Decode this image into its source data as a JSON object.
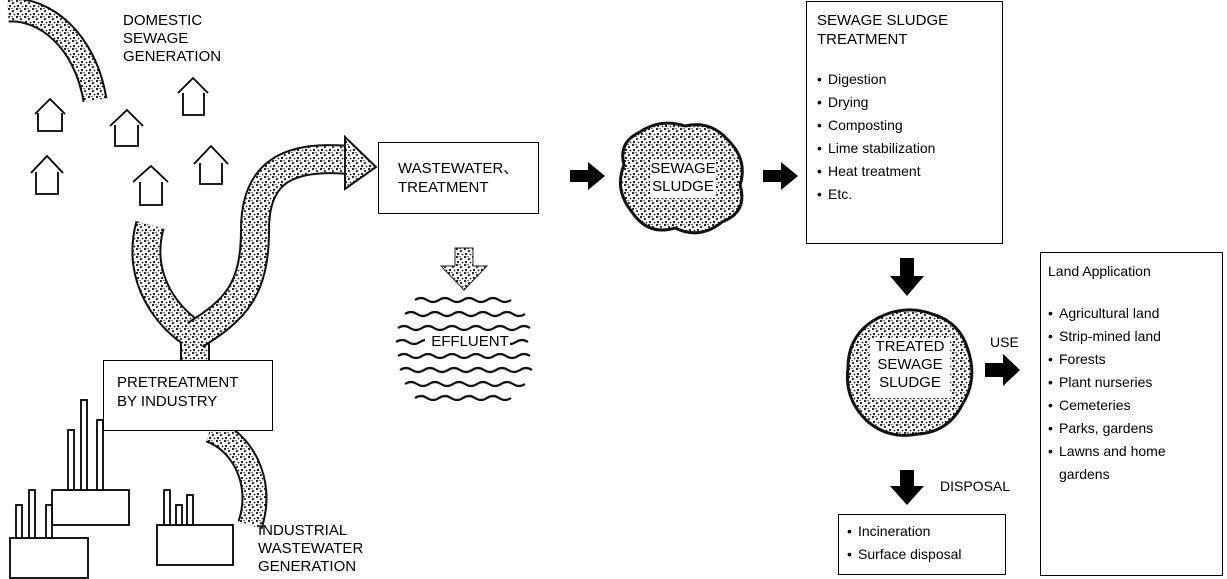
{
  "domestic": {
    "label": [
      "DOMESTIC",
      "SEWAGE",
      "GENERATION"
    ]
  },
  "industrial": {
    "label": [
      "INDUSTRIAL",
      "WASTEWATER",
      "GENERATION"
    ]
  },
  "pretreatment": {
    "label": [
      "PRETREATMENT",
      "BY INDUSTRY"
    ]
  },
  "wastewater": {
    "label": [
      "WASTEWATER、",
      "TREATMENT"
    ]
  },
  "effluent": {
    "label": "EFFLUENT"
  },
  "sewage_sludge": {
    "label": [
      "SEWAGE",
      "SLUDGE"
    ]
  },
  "sludge_treatment": {
    "title": [
      "SEWAGE SLUDGE",
      "TREATMENT"
    ],
    "items": [
      "Digestion",
      "Drying",
      "Composting",
      "Lime stabilization",
      "Heat treatment",
      "Etc."
    ]
  },
  "treated_sludge": {
    "label": [
      "TREATED",
      "SEWAGE",
      "SLUDGE"
    ]
  },
  "use": {
    "label": "USE"
  },
  "disposal": {
    "label": "DISPOSAL",
    "items": [
      "Incineration",
      "Surface disposal"
    ]
  },
  "land_application": {
    "title": "Land Application",
    "items": [
      "Agricultural land",
      "Strip-mined land",
      "Forests",
      "Plant nurseries",
      "Cemeteries",
      "Parks, gardens",
      "Lawns and home gardens"
    ]
  }
}
